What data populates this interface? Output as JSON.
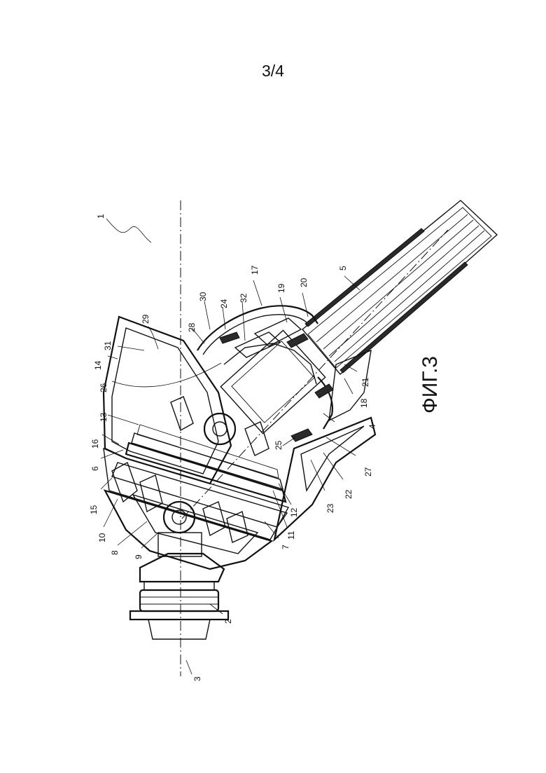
{
  "page_number": "3/4",
  "figure_caption": "ФИГ.3",
  "colors": {
    "ink": "#111111",
    "paper": "#ffffff"
  },
  "reference_numerals": [
    "1",
    "2",
    "3",
    "4",
    "5",
    "6",
    "7",
    "8",
    "9",
    "10",
    "11",
    "12",
    "13",
    "14",
    "15",
    "16",
    "17",
    "18",
    "19",
    "20",
    "21",
    "22",
    "23",
    "24",
    "25",
    "26",
    "27",
    "28",
    "29",
    "30",
    "31",
    "32"
  ]
}
